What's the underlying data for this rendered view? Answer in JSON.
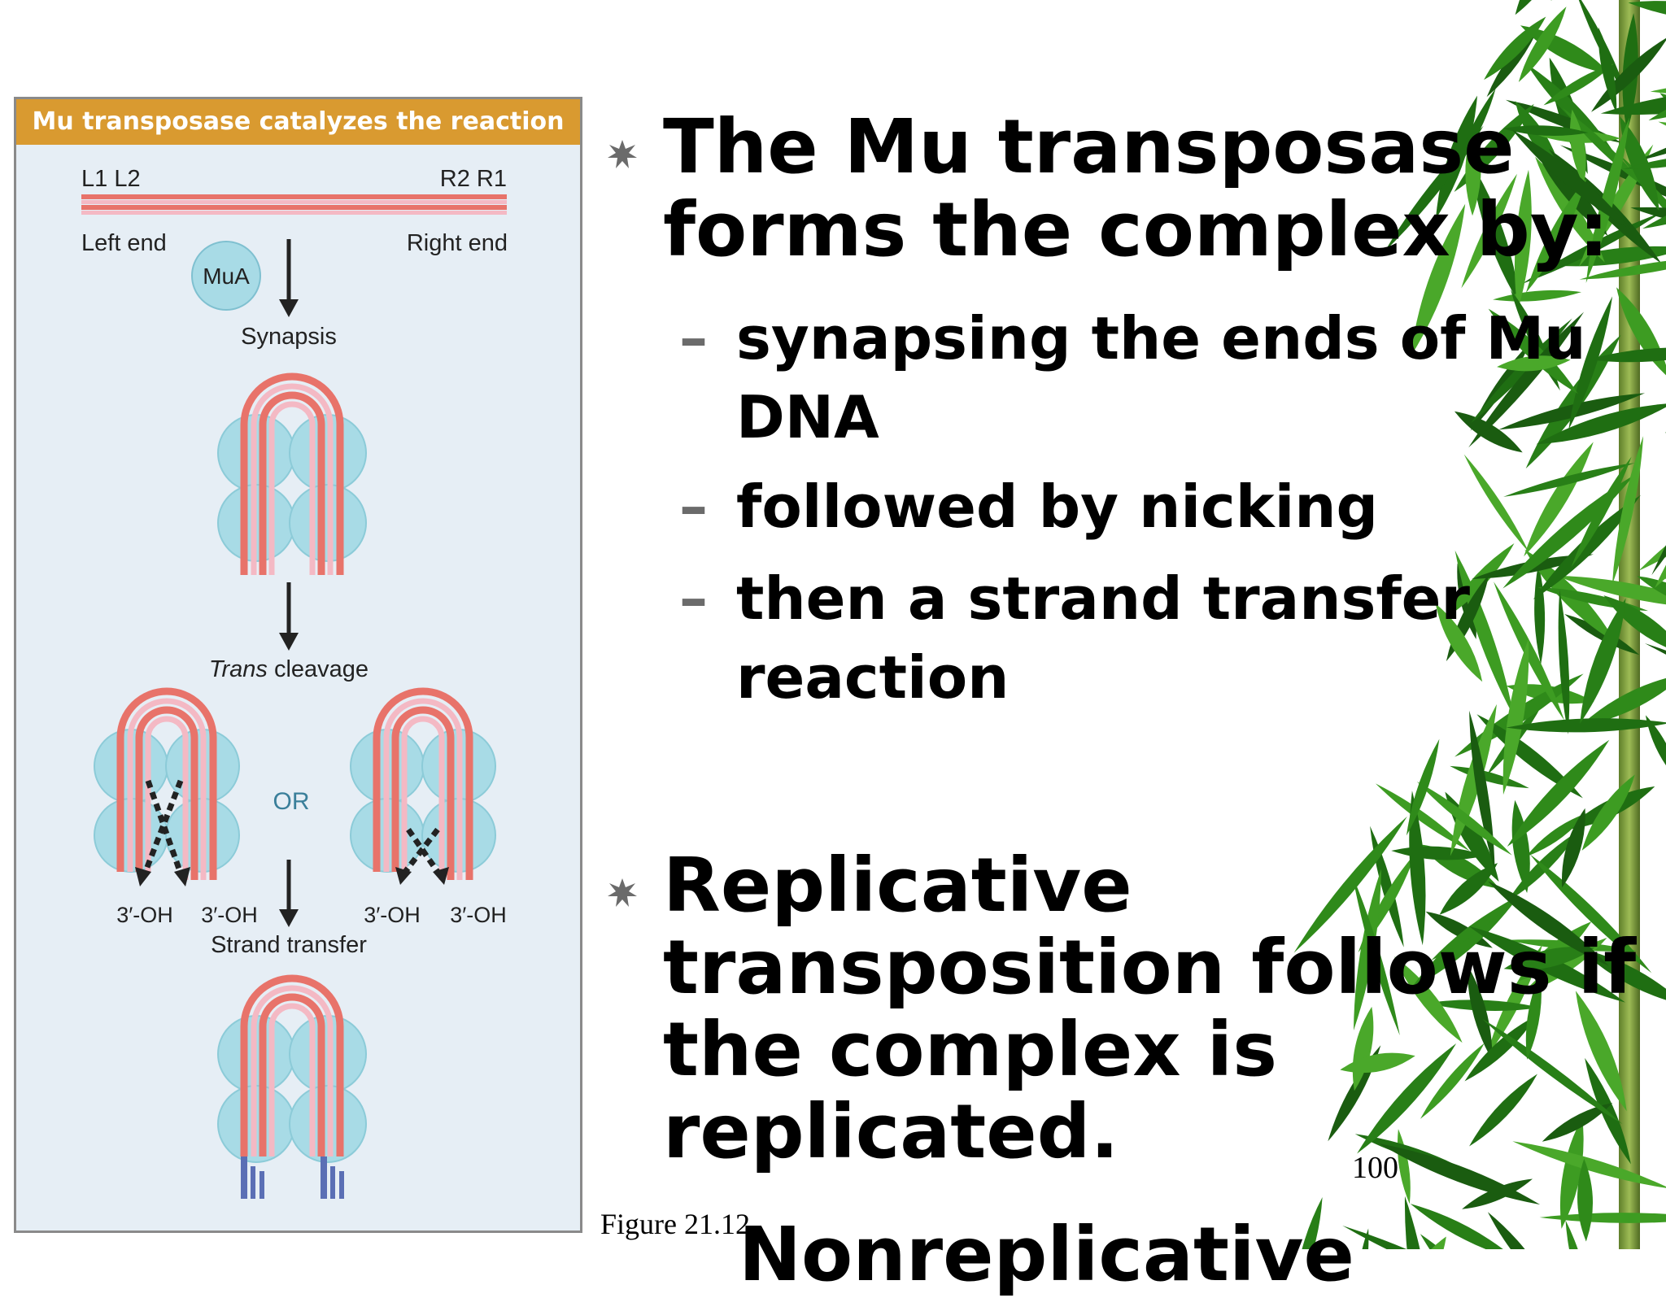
{
  "figure": {
    "header": "Mu transposase catalyzes the reaction",
    "labels": {
      "l1l2": "L1 L2",
      "r2r1": "R2 R1",
      "left_end": "Left end",
      "right_end": "Right end",
      "mua": "MuA",
      "synapsis": "Synapsis",
      "trans": "Trans",
      "cleavage": " cleavage",
      "or": "OR",
      "oh": "3′-OH",
      "strand_transfer": "Strand transfer"
    },
    "colors": {
      "header": "#d99a30",
      "panel": "#e6eef5",
      "dna_red": "#e8736a",
      "dna_pink": "#f4b9c4",
      "protein": "#a8dbe6",
      "host_dna": "#5b6fb5"
    }
  },
  "bullets": {
    "b1_lines": [
      "The Mu transposase",
      "forms the complex by:"
    ],
    "sub1_lines": [
      "synapsing the ends of Mu",
      "DNA"
    ],
    "sub2_lines": [
      "followed by nicking"
    ],
    "sub3_lines": [
      "then a strand transfer",
      "reaction"
    ],
    "b2_lines": [
      "Replicative",
      "transposition follows if",
      "the complex is",
      "replicated."
    ],
    "dash": "–",
    "cut_off_line": "Nonreplicative"
  },
  "page_number": "100",
  "caption": "Figure 21.12"
}
